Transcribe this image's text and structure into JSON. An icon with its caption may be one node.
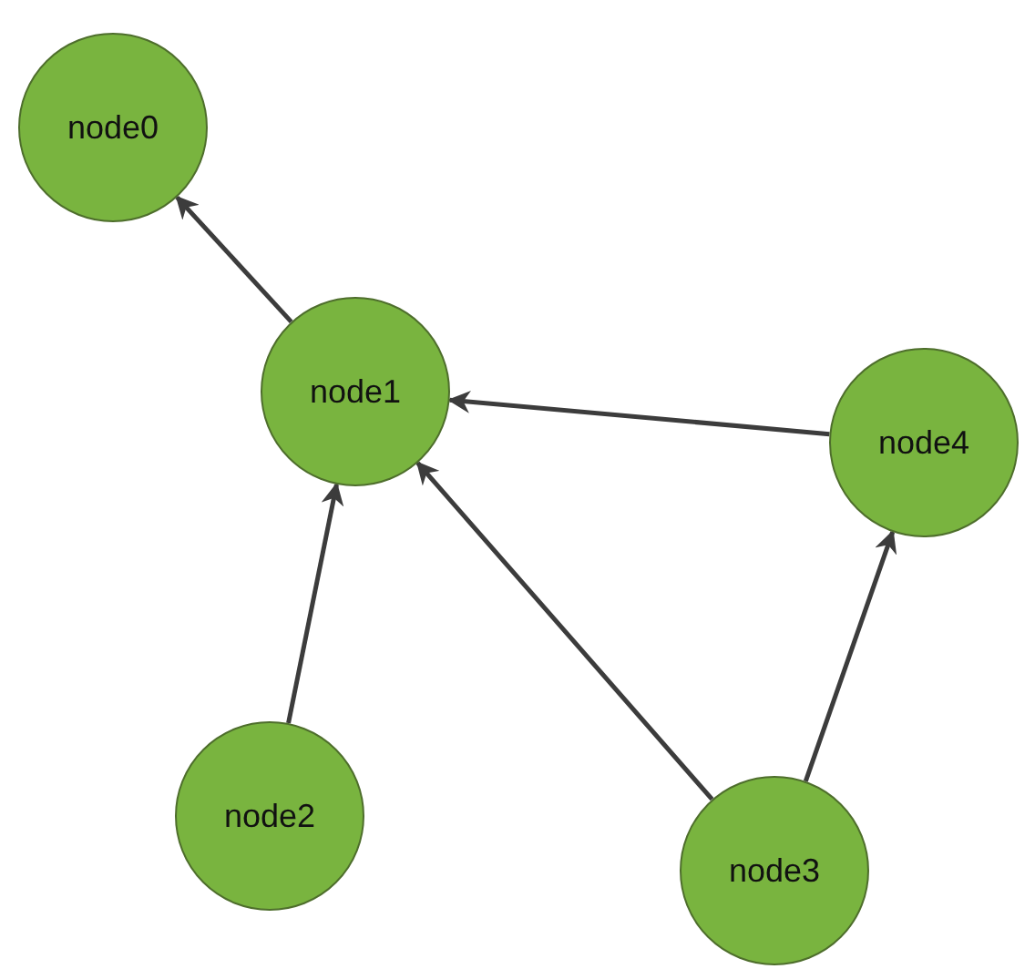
{
  "diagram": {
    "nodes": [
      {
        "text": [
          "node0"
        ]
      },
      {
        "text": [
          "node1"
        ]
      },
      {
        "text": [
          "node2"
        ]
      },
      {
        "text": [
          "node3"
        ]
      },
      {
        "text": [
          "node4"
        ]
      }
    ],
    "edges": [
      {
        "from": 1,
        "to": 0,
        "arrow": "to"
      },
      {
        "from": 2,
        "to": 1,
        "arrow": "to"
      },
      {
        "from": 4,
        "to": 1,
        "arrow": "to"
      },
      {
        "from": 3,
        "to": 1,
        "arrow": "to"
      },
      {
        "from": 3,
        "to": 4,
        "arrow": "to"
      }
    ]
  }
}
